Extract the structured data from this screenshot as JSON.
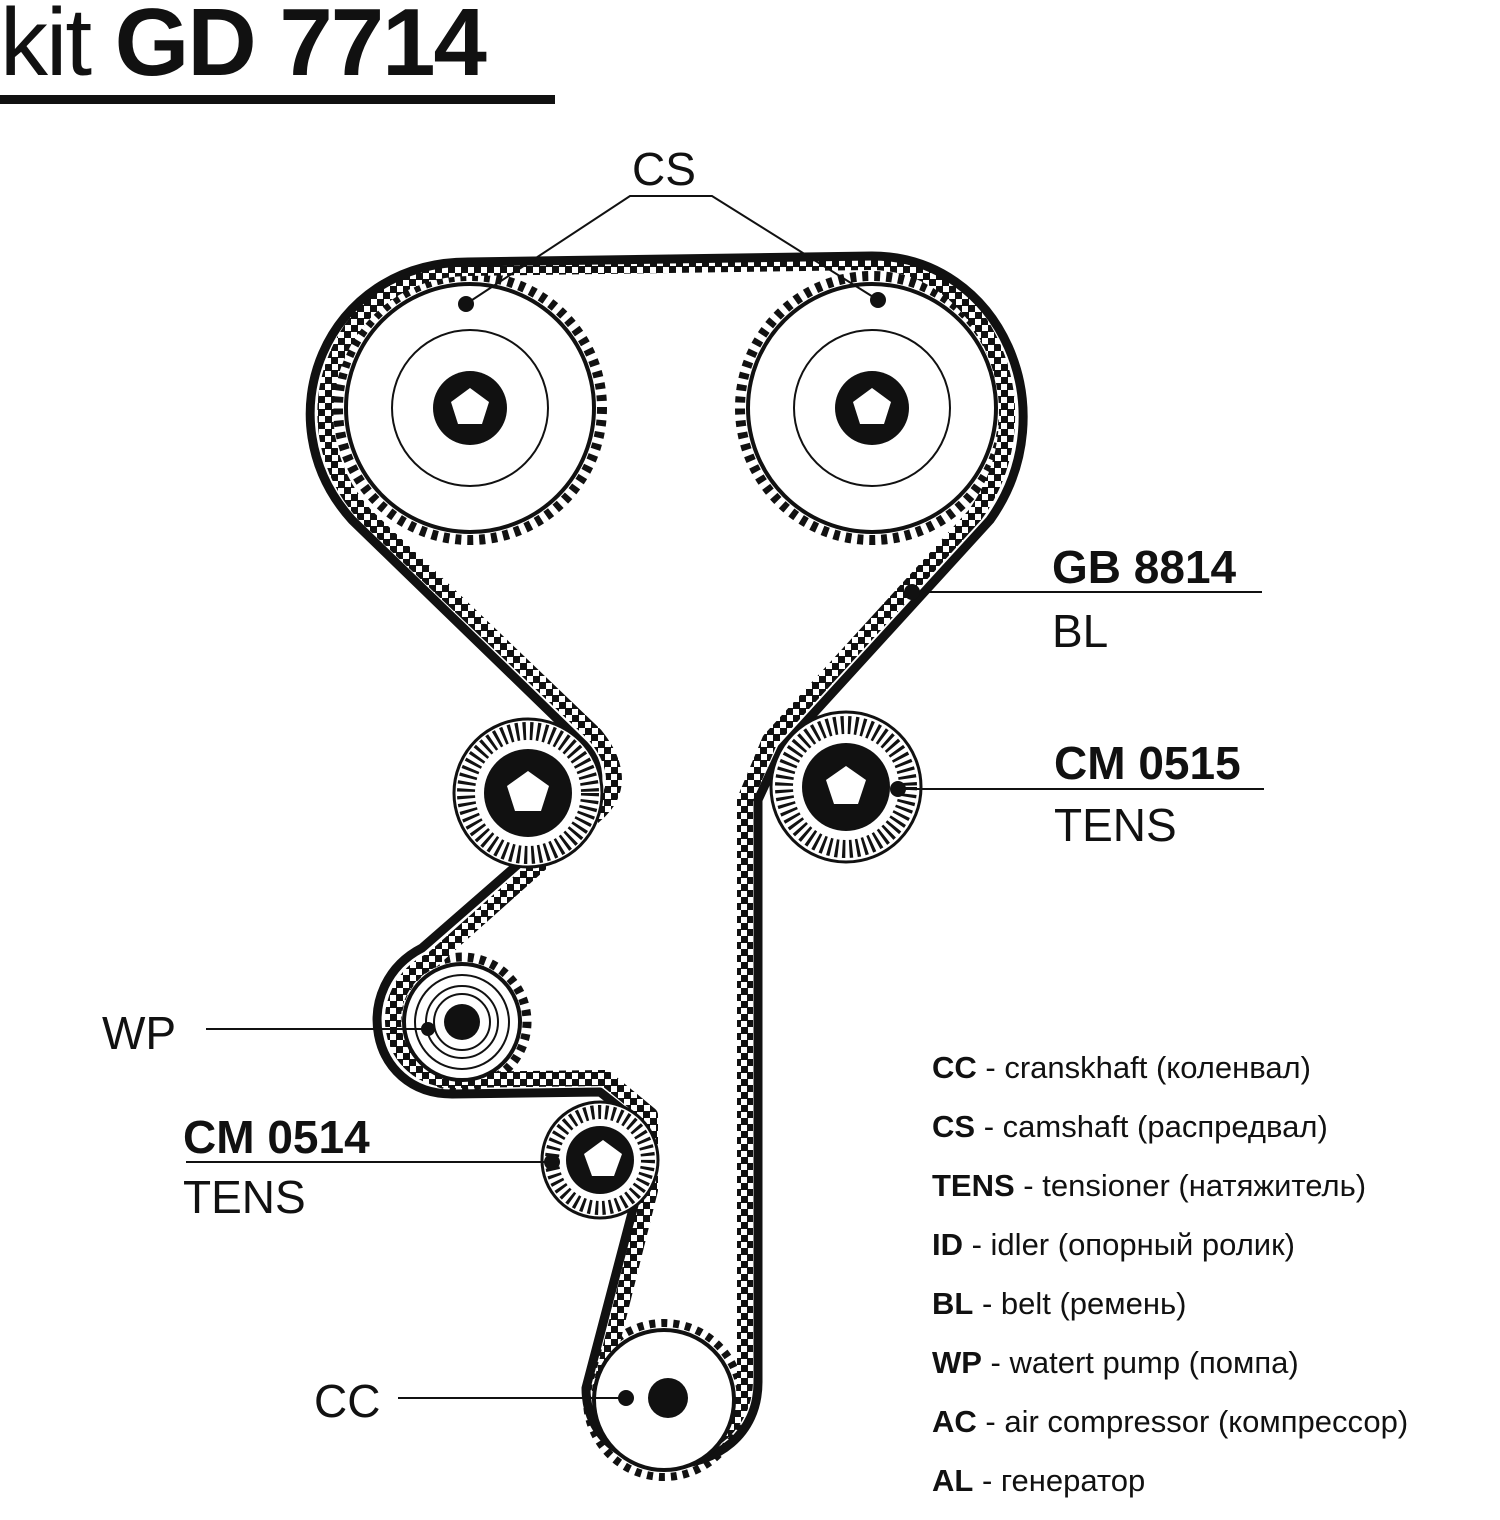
{
  "title": {
    "prefix": "kit",
    "code": "GD 7714"
  },
  "labels": {
    "cs": "CS",
    "wp": "WP",
    "cc": "CC",
    "belt_code": "GB 8814",
    "belt_type": "BL",
    "tens_right_code": "CM 0515",
    "tens_right_type": "TENS",
    "tens_left_code": "CM 0514",
    "tens_left_type": "TENS"
  },
  "legend": [
    {
      "abbr": "CC",
      "text": " - cranskhaft (коленвал)"
    },
    {
      "abbr": "CS",
      "text": " - camshaft (распредвал)"
    },
    {
      "abbr": "TENS",
      "text": " - tensioner (натяжитель)"
    },
    {
      "abbr": "ID",
      "text": " - idler (опорный ролик)"
    },
    {
      "abbr": "BL",
      "text": " - belt (ремень)"
    },
    {
      "abbr": "WP",
      "text": " - watert pump (помпа)"
    },
    {
      "abbr": "AC",
      "text": " - air compressor (компрессор)"
    },
    {
      "abbr": "AL",
      "text": " - генератор"
    }
  ],
  "colors": {
    "ink": "#111111",
    "background": "#ffffff"
  }
}
